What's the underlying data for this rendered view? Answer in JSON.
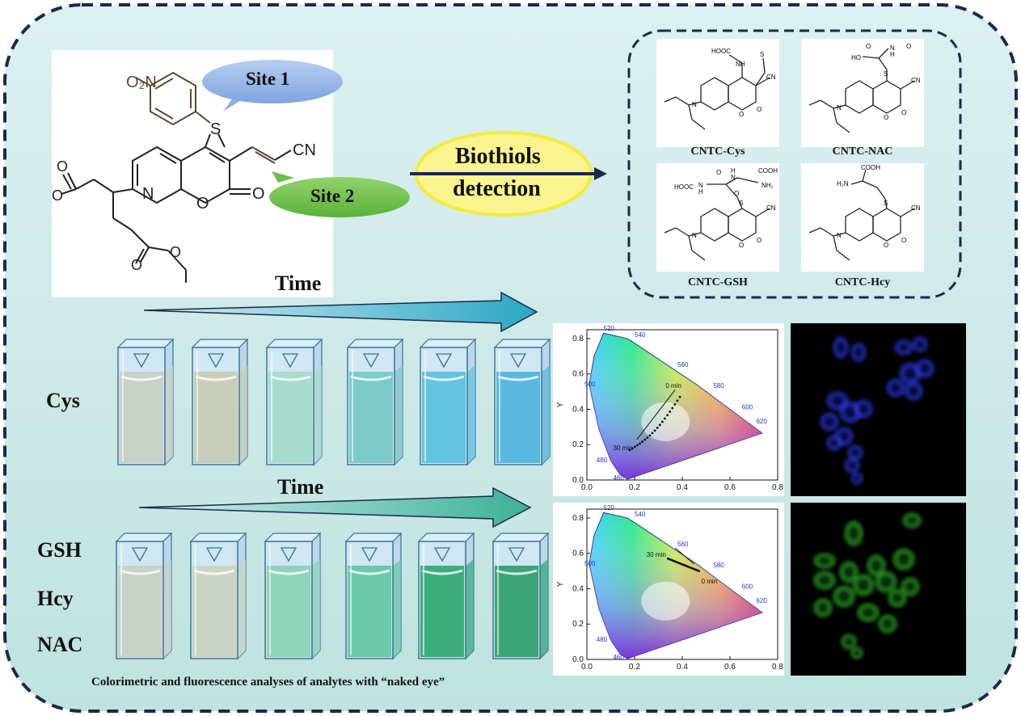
{
  "colors": {
    "border": "#1a2a4a",
    "bg_top": "#d9efef",
    "bg_bottom": "#bde2df",
    "site1": "#8fb0e6",
    "site2": "#6bbf4a",
    "biothiols": "#fbf48e",
    "arrow": "#1a2a4a",
    "cys": [
      "#c9d1c8",
      "#c8ceba",
      "#a8dccd",
      "#7dcacb",
      "#64c3df",
      "#5ab8de"
    ],
    "thiol": [
      "#c9d1c8",
      "#cbd4c4",
      "#8ed4bb",
      "#6bc9a9",
      "#3cae7e",
      "#3ba479"
    ]
  },
  "molecule": {
    "nitro_label": "O₂N",
    "s_label": "S",
    "cn_label": "CN",
    "n_label": "N",
    "o_label": "O",
    "site1": "Site 1",
    "site2": "Site 2",
    "time_label": "Time"
  },
  "biothiols": {
    "line1": "Biothiols",
    "line2": "detection"
  },
  "structures": [
    {
      "name": "CNTC-Cys",
      "labels": [
        "HOOC",
        "NH",
        "S",
        "CN",
        "N",
        "O",
        "O"
      ]
    },
    {
      "name": "CNTC-NAC",
      "labels": [
        "HO",
        "O",
        "O",
        "N",
        "H",
        "S",
        "CN",
        "N",
        "O",
        "O"
      ]
    },
    {
      "name": "CNTC-GSH",
      "labels": [
        "HOOC",
        "N",
        "H",
        "O",
        "O",
        "H",
        "N",
        "COOH",
        "NH₂",
        "S",
        "CN",
        "N",
        "O",
        "O"
      ]
    },
    {
      "name": "CNTC-Hcy",
      "labels": [
        "H₂N",
        "COOH",
        "S",
        "CN",
        "N",
        "O",
        "O"
      ]
    }
  ],
  "rows": {
    "cys_label": "Cys",
    "thiol_labels": [
      "GSH",
      "Hcy",
      "NAC"
    ],
    "time_label": "Time"
  },
  "caption": "Colorimetric and fluorescence analyses of analytes with “naked eye”",
  "cie": [
    {
      "ylabel": "Y",
      "x_ticks": [
        "0.0",
        "0.2",
        "0.4",
        "0.6",
        "0.8"
      ],
      "y_ticks": [
        "0.0",
        "0.2",
        "0.4",
        "0.6",
        "0.8"
      ],
      "wavelengths": [
        "520",
        "540",
        "560",
        "580",
        "600",
        "620",
        "500",
        "480",
        "460"
      ],
      "start_label": "0 min",
      "end_label": "30 min"
    },
    {
      "ylabel": "Y",
      "x_ticks": [
        "0.0",
        "0.2",
        "0.4",
        "0.6",
        "0.8"
      ],
      "y_ticks": [
        "0.0",
        "0.2",
        "0.4",
        "0.6",
        "0.8"
      ],
      "wavelengths": [
        "520",
        "540",
        "560",
        "580",
        "600",
        "620",
        "500",
        "480",
        "460"
      ],
      "start_label": "0 min",
      "end_label": "30 min"
    }
  ],
  "cells": [
    {
      "channel": "blue",
      "color": "#3040ff"
    },
    {
      "channel": "green",
      "color": "#2fc22a"
    }
  ]
}
